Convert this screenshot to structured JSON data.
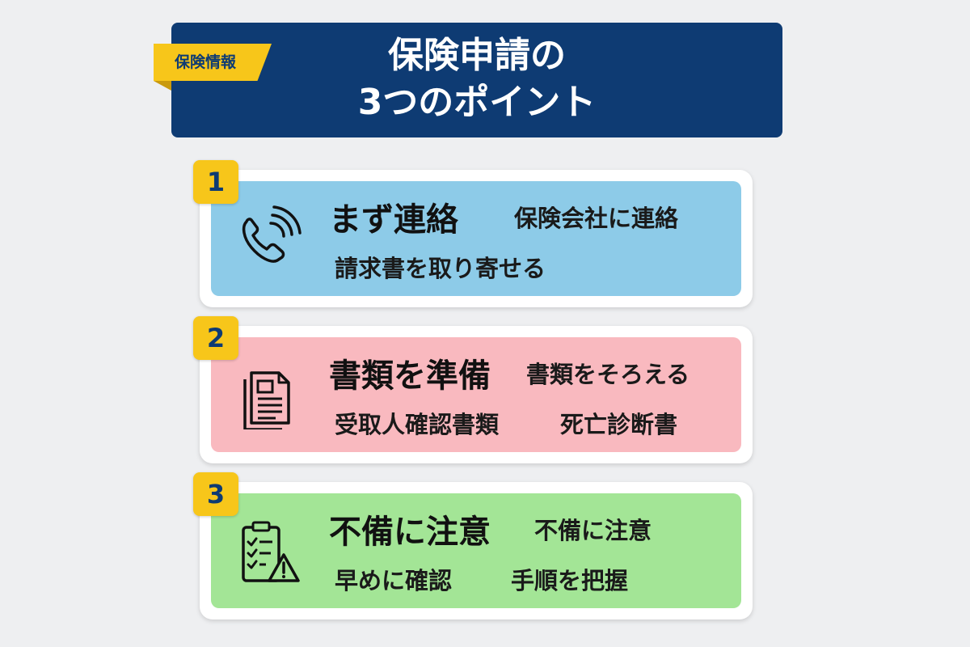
{
  "header": {
    "tag": "保険情報",
    "title_line1": "保険申請の",
    "title_line2": "3つのポイント"
  },
  "colors": {
    "navy": "#0e3b73",
    "yellow": "#f7c61a",
    "blue_panel": "#8dcbe8",
    "pink_panel": "#f9b9bf",
    "green_panel": "#a3e596"
  },
  "points": [
    {
      "number": "1",
      "icon": "phone-icon",
      "heading": "まず連絡",
      "subheading": "保険会社に連絡",
      "details": [
        "請求書を取り寄せる"
      ]
    },
    {
      "number": "2",
      "icon": "document-icon",
      "heading": "書類を準備",
      "subheading": "書類をそろえる",
      "details": [
        "受取人確認書類",
        "死亡診断書"
      ]
    },
    {
      "number": "3",
      "icon": "checklist-warning-icon",
      "heading": "不備に注意",
      "subheading": "不備に注意",
      "details": [
        "早めに確認",
        "手順を把握"
      ]
    }
  ]
}
